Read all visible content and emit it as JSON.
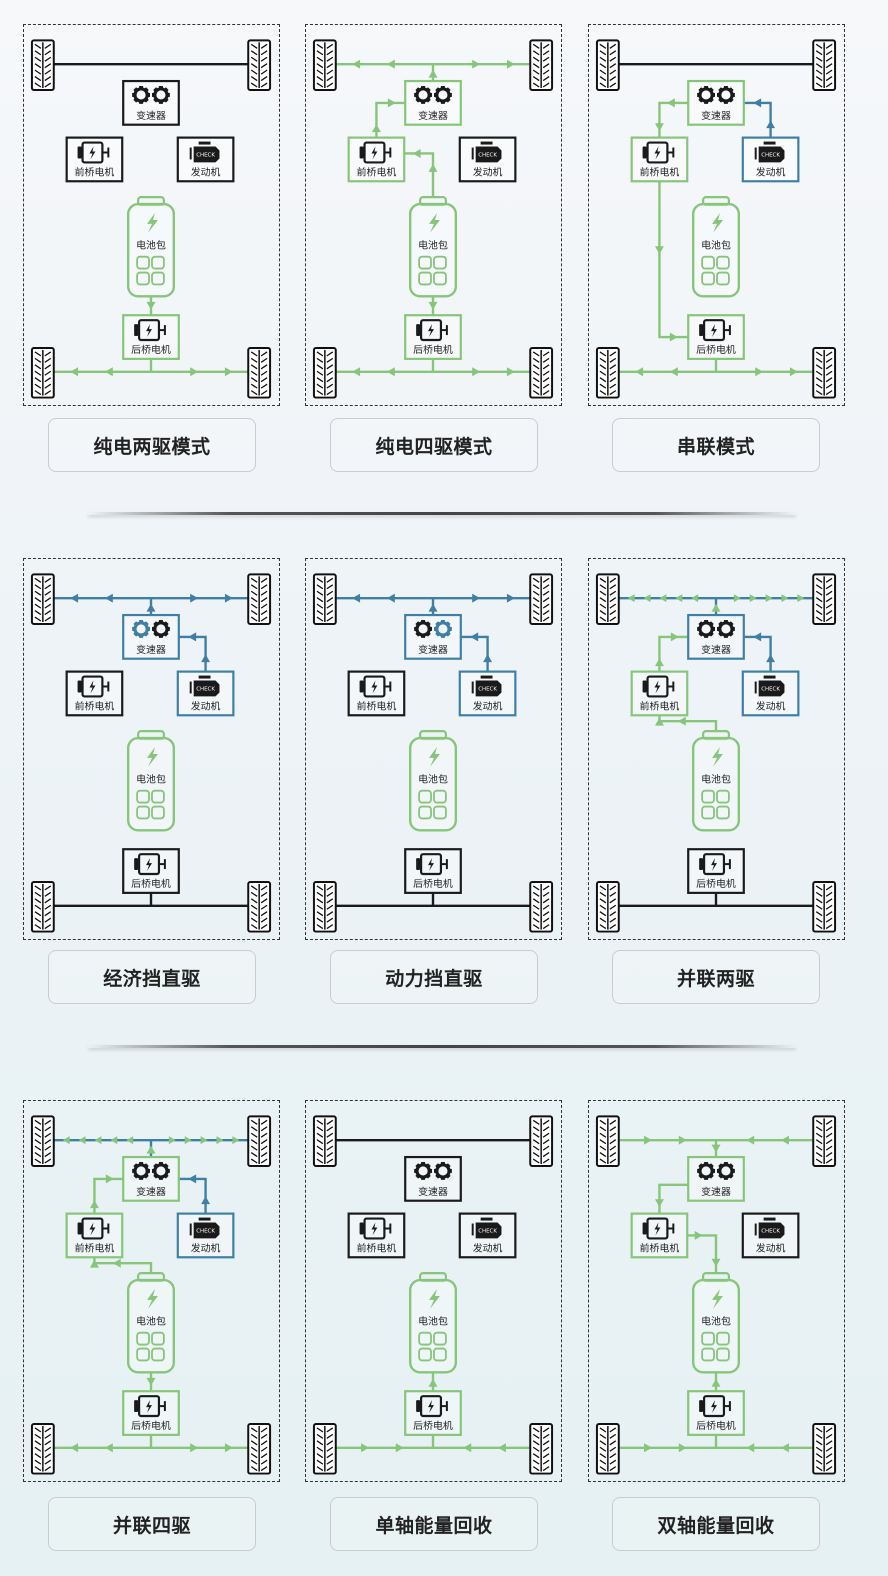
{
  "colors": {
    "inactive": "#1a1a1a",
    "electric": "#86c57a",
    "fuel": "#3f7fa6",
    "panel_border": "#333333"
  },
  "component_labels": {
    "transmission": "变速器",
    "front_motor": "前桥电机",
    "engine": "发动机",
    "battery": "电池包",
    "rear_motor": "后桥电机",
    "engine_badge": "CHECK"
  },
  "modes": [
    {
      "id": "ev-2wd",
      "label": "纯电两驱模式",
      "active": {
        "front_axle": "inactive",
        "rear_axle": "electric",
        "transmission": "inactive",
        "front_motor": "inactive",
        "engine": "inactive",
        "battery": "electric",
        "rear_motor": "electric"
      },
      "flows": [
        {
          "path": "battery-to-rear-motor",
          "color": "electric",
          "dir": "down"
        },
        {
          "path": "rear-axle-out",
          "color": "electric",
          "dir": "out"
        }
      ]
    },
    {
      "id": "ev-4wd",
      "label": "纯电四驱模式",
      "active": {
        "front_axle": "electric",
        "rear_axle": "electric",
        "transmission": "electric",
        "front_motor": "electric",
        "engine": "inactive",
        "battery": "electric",
        "rear_motor": "electric"
      },
      "flows": [
        {
          "path": "battery-to-front-motor",
          "color": "electric",
          "dir": "up"
        },
        {
          "path": "front-motor-to-transmission",
          "color": "electric",
          "dir": "up"
        },
        {
          "path": "transmission-to-front-axle",
          "color": "electric",
          "dir": "up"
        },
        {
          "path": "front-axle-out",
          "color": "electric",
          "dir": "out"
        },
        {
          "path": "battery-to-rear-motor",
          "color": "electric",
          "dir": "down"
        },
        {
          "path": "rear-axle-out",
          "color": "electric",
          "dir": "out"
        }
      ]
    },
    {
      "id": "series",
      "label": "串联模式",
      "active": {
        "front_axle": "inactive",
        "rear_axle": "electric",
        "transmission": "electric",
        "front_motor": "electric",
        "engine": "fuel",
        "battery": "electric",
        "rear_motor": "electric"
      },
      "flows": [
        {
          "path": "engine-to-transmission",
          "color": "fuel",
          "dir": "up"
        },
        {
          "path": "transmission-to-front-motor",
          "color": "electric",
          "dir": "down"
        },
        {
          "path": "front-motor-to-rear-motor",
          "color": "electric",
          "dir": "down"
        },
        {
          "path": "rear-axle-out",
          "color": "electric",
          "dir": "out"
        }
      ]
    },
    {
      "id": "eco-direct",
      "label": "经济挡直驱",
      "active": {
        "front_axle": "fuel",
        "rear_axle": "inactive",
        "transmission": "fuel",
        "front_motor": "inactive",
        "engine": "fuel",
        "battery": "electric",
        "rear_motor": "inactive"
      },
      "gear_highlight": "left",
      "flows": [
        {
          "path": "engine-to-transmission",
          "color": "fuel",
          "dir": "up"
        },
        {
          "path": "transmission-to-front-axle",
          "color": "fuel",
          "dir": "up"
        },
        {
          "path": "front-axle-out",
          "color": "fuel",
          "dir": "out"
        }
      ]
    },
    {
      "id": "power-direct",
      "label": "动力挡直驱",
      "active": {
        "front_axle": "fuel",
        "rear_axle": "inactive",
        "transmission": "fuel",
        "front_motor": "inactive",
        "engine": "fuel",
        "battery": "electric",
        "rear_motor": "inactive"
      },
      "gear_highlight": "right",
      "flows": [
        {
          "path": "engine-to-transmission",
          "color": "fuel",
          "dir": "up"
        },
        {
          "path": "transmission-to-front-axle",
          "color": "fuel",
          "dir": "up"
        },
        {
          "path": "front-axle-out",
          "color": "fuel",
          "dir": "out"
        }
      ]
    },
    {
      "id": "parallel-2wd",
      "label": "并联两驱",
      "active": {
        "front_axle": "mixed",
        "rear_axle": "inactive",
        "transmission": "fuel",
        "front_motor": "electric",
        "engine": "fuel",
        "battery": "electric",
        "rear_motor": "inactive"
      },
      "flows": [
        {
          "path": "battery-to-front-motor",
          "color": "electric",
          "dir": "up"
        },
        {
          "path": "front-motor-to-transmission",
          "color": "electric",
          "dir": "up"
        },
        {
          "path": "engine-to-transmission",
          "color": "fuel",
          "dir": "up"
        },
        {
          "path": "transmission-to-front-axle",
          "color": "mixed",
          "dir": "up"
        },
        {
          "path": "front-axle-out-dense",
          "color": "mixed",
          "dir": "out"
        }
      ]
    },
    {
      "id": "parallel-4wd",
      "label": "并联四驱",
      "active": {
        "front_axle": "mixed",
        "rear_axle": "electric",
        "transmission": "electric",
        "front_motor": "electric",
        "engine": "fuel",
        "battery": "electric",
        "rear_motor": "electric"
      },
      "flows": [
        {
          "path": "battery-to-front-motor",
          "color": "electric",
          "dir": "up"
        },
        {
          "path": "front-motor-to-transmission",
          "color": "electric",
          "dir": "up"
        },
        {
          "path": "engine-to-transmission",
          "color": "fuel",
          "dir": "up"
        },
        {
          "path": "transmission-to-front-axle",
          "color": "mixed",
          "dir": "up"
        },
        {
          "path": "front-axle-out-dense",
          "color": "mixed",
          "dir": "out"
        },
        {
          "path": "battery-to-rear-motor",
          "color": "electric",
          "dir": "down"
        },
        {
          "path": "rear-axle-out",
          "color": "electric",
          "dir": "out"
        }
      ]
    },
    {
      "id": "single-axle-regen",
      "label": "单轴能量回收",
      "active": {
        "front_axle": "inactive",
        "rear_axle": "electric",
        "transmission": "inactive",
        "front_motor": "inactive",
        "engine": "inactive",
        "battery": "electric",
        "rear_motor": "electric"
      },
      "flows": [
        {
          "path": "rear-axle-in",
          "color": "electric",
          "dir": "in"
        },
        {
          "path": "rear-motor-to-battery",
          "color": "electric",
          "dir": "up"
        }
      ]
    },
    {
      "id": "dual-axle-regen",
      "label": "双轴能量回收",
      "active": {
        "front_axle": "electric",
        "rear_axle": "electric",
        "transmission": "electric",
        "front_motor": "electric",
        "engine": "inactive",
        "battery": "electric",
        "rear_motor": "electric"
      },
      "flows": [
        {
          "path": "front-axle-in",
          "color": "electric",
          "dir": "in"
        },
        {
          "path": "front-axle-to-transmission",
          "color": "electric",
          "dir": "down"
        },
        {
          "path": "transmission-to-front-motor-regen",
          "color": "electric",
          "dir": "down"
        },
        {
          "path": "front-motor-to-battery",
          "color": "electric",
          "dir": "down"
        },
        {
          "path": "rear-axle-in",
          "color": "electric",
          "dir": "in"
        },
        {
          "path": "rear-motor-to-battery",
          "color": "electric",
          "dir": "up"
        }
      ]
    }
  ]
}
